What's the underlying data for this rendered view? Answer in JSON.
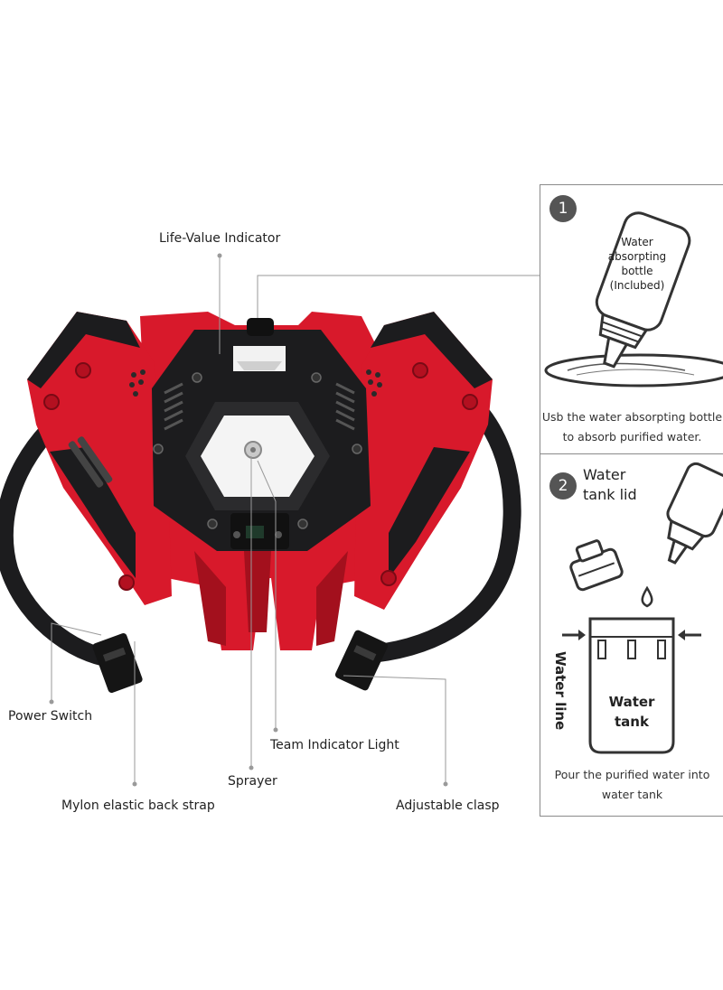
{
  "labels": {
    "life_value": "Life-Value Indicator",
    "power_switch": "Power Switch",
    "team_light": "Team Indicator Light",
    "sprayer": "Sprayer",
    "strap": "Mylon elastic back strap",
    "clasp": "Adjustable clasp"
  },
  "step1": {
    "number": "1",
    "bottle_line1": "Water",
    "bottle_line2": "absorpting",
    "bottle_line3": "bottle",
    "bottle_line4": "(Inclubed)",
    "caption_line1": "Usb the water absorpting bottle",
    "caption_line2": "to absorb purified water."
  },
  "step2": {
    "number": "2",
    "lid_line1": "Water",
    "lid_line2": "tank lid",
    "water_line": "Water line",
    "tank_line1": "Water",
    "tank_line2": "tank",
    "caption_line1": "Pour the purified water into",
    "caption_line2": "water tank"
  },
  "colors": {
    "red": "#d8192b",
    "dark_red": "#a3101d",
    "black": "#1c1c1e",
    "panel_border": "#8a8a8a",
    "step_circle": "#555555"
  }
}
